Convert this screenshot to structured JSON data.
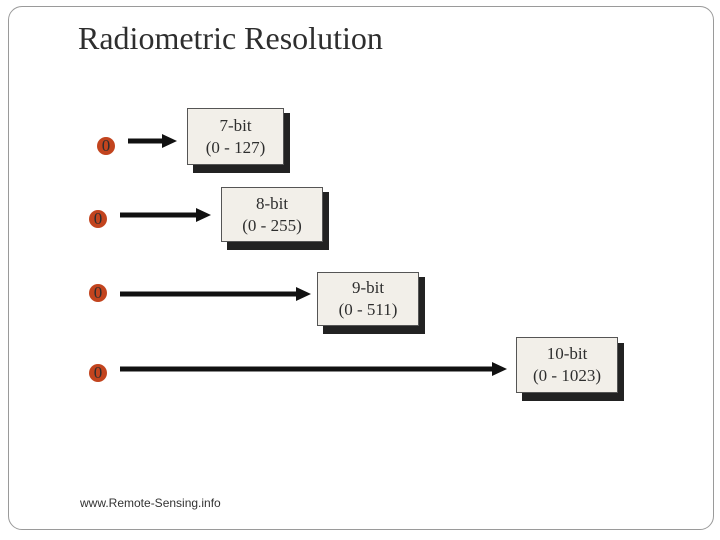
{
  "slide": {
    "title": "Radiometric Resolution",
    "footer": "www.Remote-Sensing.info"
  },
  "colors": {
    "circle": "#c2441e",
    "arrow": "#111111",
    "box_fill": "#f2efe9",
    "box_shadow": "#222222"
  },
  "rows": [
    {
      "start": "0",
      "bits": "7-bit",
      "range": "(0 - 127)"
    },
    {
      "start": "0",
      "bits": "8-bit",
      "range": "(0 - 255)"
    },
    {
      "start": "0",
      "bits": "9-bit",
      "range": "(0 - 511)"
    },
    {
      "start": "0",
      "bits": "10-bit",
      "range": "(0 - 1023)"
    }
  ]
}
